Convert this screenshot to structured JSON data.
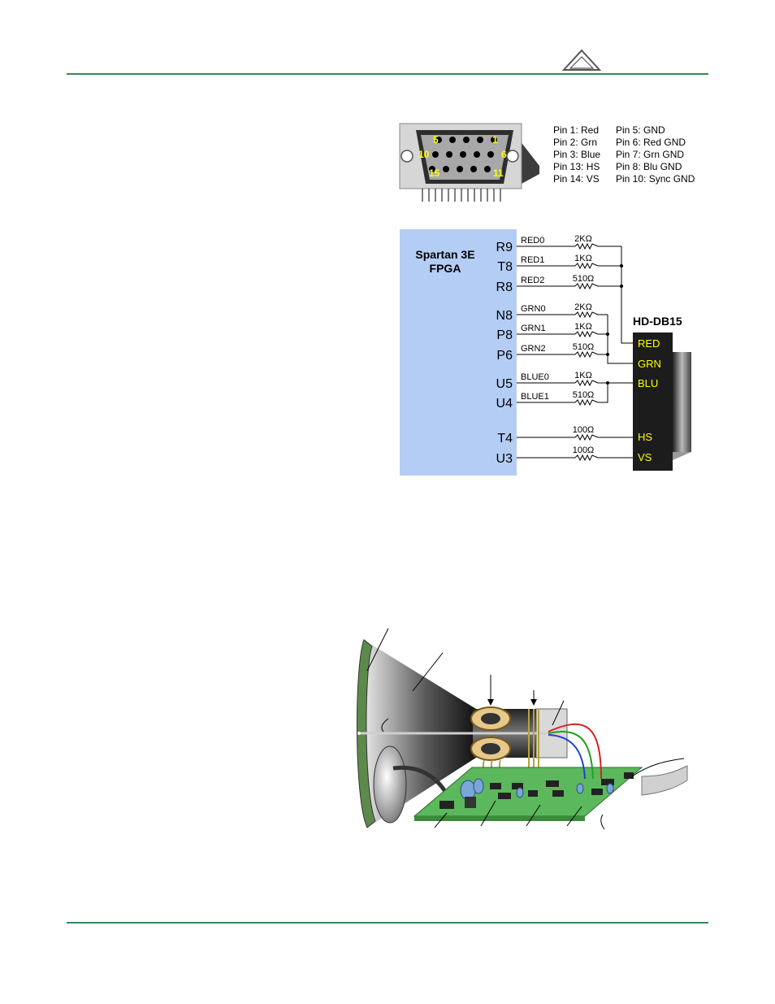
{
  "connector": {
    "pin_numbers": [
      "5",
      "1",
      "10",
      "6",
      "15",
      "11"
    ],
    "pin_list_left": [
      "Pin 1: Red",
      "Pin 2: Grn",
      "Pin 3: Blue",
      "Pin 13: HS",
      "Pin 14: VS"
    ],
    "pin_list_right": [
      "Pin 5: GND",
      "Pin 6: Red GND",
      "Pin 7: Grn GND",
      "Pin 8: Blu GND",
      "Pin 10: Sync GND"
    ]
  },
  "schematic": {
    "fpga_label_line1": "Spartan 3E",
    "fpga_label_line2": "FPGA",
    "connector_title": "HD-DB15",
    "connections": [
      {
        "pin": "R9",
        "signal": "RED0",
        "resistor": "2KΩ"
      },
      {
        "pin": "T8",
        "signal": "RED1",
        "resistor": "1KΩ"
      },
      {
        "pin": "R8",
        "signal": "RED2",
        "resistor": "510Ω"
      },
      {
        "pin": "N8",
        "signal": "GRN0",
        "resistor": "2KΩ"
      },
      {
        "pin": "P8",
        "signal": "GRN1",
        "resistor": "1KΩ"
      },
      {
        "pin": "P6",
        "signal": "GRN2",
        "resistor": "510Ω"
      },
      {
        "pin": "U5",
        "signal": "BLUE0",
        "resistor": "1KΩ"
      },
      {
        "pin": "U4",
        "signal": "BLUE1",
        "resistor": "510Ω"
      },
      {
        "pin": "T4",
        "signal": "",
        "resistor": "100Ω"
      },
      {
        "pin": "U3",
        "signal": "",
        "resistor": "100Ω"
      }
    ],
    "db15_labels": [
      "RED",
      "GRN",
      "BLU",
      "HS",
      "VS"
    ]
  },
  "colors": {
    "rule": "#2e8b57",
    "fpga_fill": "#b4cdf5",
    "pcb": "#5cb85c",
    "yellow_label": "#ffff00"
  }
}
